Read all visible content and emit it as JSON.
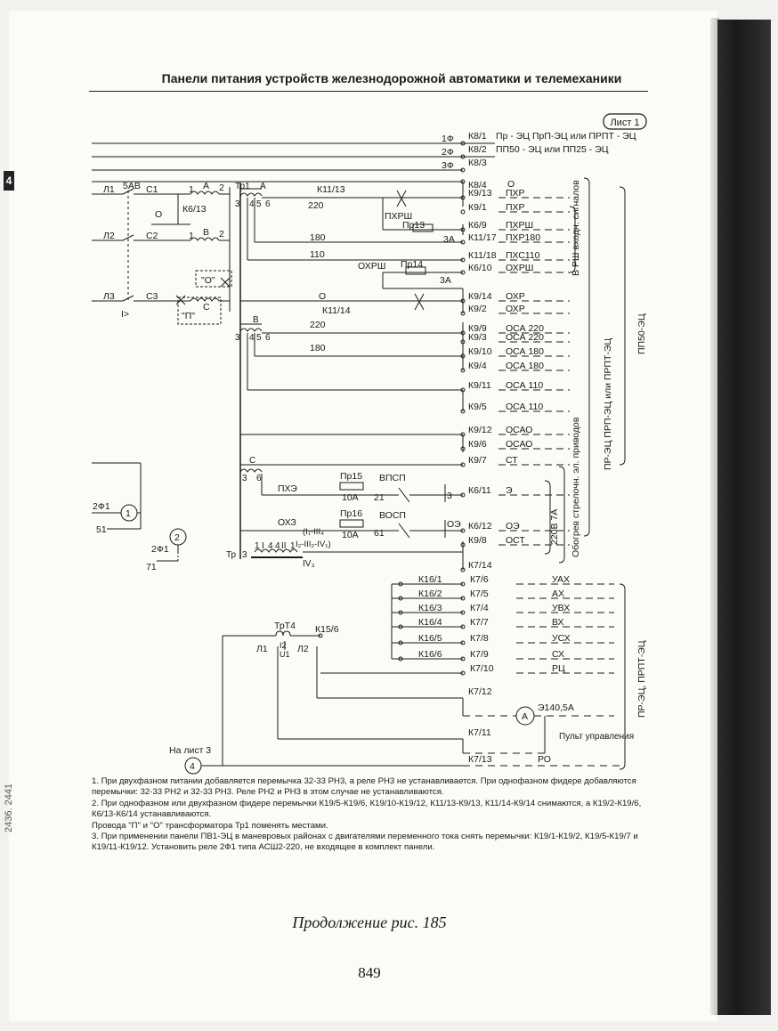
{
  "header": {
    "title": "Панели питания устройств железнодорожной автоматики и телемеханики",
    "section_tab": "4"
  },
  "side_print": "2436. 2441",
  "sheet_label": "Лист 1",
  "diagram": {
    "top_bus": [
      {
        "phase": "1Ф",
        "terminal": "К8/1",
        "label": "Пр - ЭЦ ПрП-ЭЦ или ПРПТ - ЭЦ"
      },
      {
        "phase": "2Ф",
        "terminal": "К8/2",
        "label": "ПП50 - ЭЦ или ПП25 - ЭЦ"
      },
      {
        "phase": "3Ф",
        "terminal": "К8/3",
        "label": ""
      },
      {
        "phase": "",
        "terminal": "К8/4",
        "label": "О"
      }
    ],
    "input_labels": [
      "Л1",
      "5АВ",
      "С1",
      "Л2",
      "С2",
      "Л3",
      "С3",
      "I>",
      "О",
      "К6/13",
      "\"О\"",
      "\"П\"",
      "А",
      "В",
      "С",
      "1",
      "2",
      "1",
      "2"
    ],
    "transformer_labels": [
      "Тр1",
      "А",
      "3",
      "4",
      "5",
      "6",
      "В",
      "3",
      "4",
      "5",
      "6",
      "С",
      "3",
      "6",
      "Тр",
      "3",
      "1",
      "I",
      "4",
      "4",
      "II",
      "1",
      "IV₃"
    ],
    "wire_labels": [
      "К11/13",
      "220",
      "180",
      "110",
      "О",
      "К11/14",
      "220",
      "180",
      "ПХЭ",
      "ОХЗ",
      "Пр15",
      "10А",
      "Пр16",
      "10А",
      "ВПСП",
      "ВОСП",
      "21",
      "61",
      "3",
      "ОЭ",
      "(I₁-III₄",
      "I₂-III₂-IV₁)",
      "ПХРШ",
      "Пр13",
      "3А",
      "ОХРШ",
      "Пр14",
      "3А"
    ],
    "outputs": [
      {
        "terminal": "К9/13",
        "label": "ПХР"
      },
      {
        "terminal": "К9/1",
        "label": "ПХР"
      },
      {
        "terminal": "К6/9",
        "label": "ПХРШ"
      },
      {
        "terminal": "К11/17",
        "label": "ПХР180"
      },
      {
        "terminal": "К11/18",
        "label": "ПХС110"
      },
      {
        "terminal": "К6/10",
        "label": "ОХРШ"
      },
      {
        "terminal": "К9/14",
        "label": "ОХР"
      },
      {
        "terminal": "К9/2",
        "label": "ОХР"
      },
      {
        "terminal": "К9/9",
        "label": "ОСА 220"
      },
      {
        "terminal": "К9/3",
        "label": "ОСА 220"
      },
      {
        "terminal": "К9/10",
        "label": "ОСА 180"
      },
      {
        "terminal": "К9/4",
        "label": "ОСА 180"
      },
      {
        "terminal": "К9/11",
        "label": "ОСА 110"
      },
      {
        "terminal": "К9/5",
        "label": "ОСА 110"
      },
      {
        "terminal": "К9/12",
        "label": "ОСАО"
      },
      {
        "terminal": "К9/6",
        "label": "ОСАО"
      },
      {
        "terminal": "К9/7",
        "label": "СТ"
      },
      {
        "terminal": "К6/11",
        "label": "Э"
      },
      {
        "terminal": "К6/12",
        "label": "ОЭ"
      },
      {
        "terminal": "К9/8",
        "label": "ОСТ"
      },
      {
        "terminal": "К7/14",
        "label": ""
      }
    ],
    "brackets": {
      "rsh": "В РШ входн. сигналов",
      "heating": "Обогрев стрелочн. эл. приводов",
      "heating_voltage": "220В 7А",
      "pp50": "ПП50-ЭЦ",
      "pr_ec": "ПР-ЭЦ ПРП-ЭЦ или ПРПТ-ЭЦ",
      "pr_ec_lower": "ПР-ЭЦ, ПРПТ-ЭЦ"
    },
    "lower_outputs": [
      {
        "k16": "К16/1",
        "k7": "К7/6",
        "label": "УАХ"
      },
      {
        "k16": "К16/2",
        "k7": "К7/5",
        "label": "АХ"
      },
      {
        "k16": "К16/3",
        "k7": "К7/4",
        "label": "УВХ"
      },
      {
        "k16": "К16/4",
        "k7": "К7/7",
        "label": "ВХ"
      },
      {
        "k16": "К16/5",
        "k7": "К7/8",
        "label": "УСХ"
      },
      {
        "k16": "К16/6",
        "k7": "К7/9",
        "label": "СХ"
      },
      {
        "k16": "",
        "k7": "К7/10",
        "label": "РЦ"
      }
    ],
    "trt4": {
      "name": "ТрТ4",
      "l1": "Л1",
      "l2": "Л2",
      "i2": "I2",
      "u1": "U1",
      "k15": "К15/6"
    },
    "k7_12": "К7/12",
    "ammeter": {
      "symbol": "А",
      "label": "Э140,5А"
    },
    "k7_11": "К7/11",
    "console": "Пульт управления",
    "k7_13": "К7/13",
    "ro": "РО",
    "sheet3": "На лист 3",
    "circle4": "4",
    "relay1": {
      "num": "1",
      "name": "2Ф1",
      "wire": "51"
    },
    "relay2": {
      "num": "2",
      "name": "2Ф1",
      "wire": "71"
    }
  },
  "notes": [
    "1. При двухфазном питании добавляется перемычка 32-33 РН3, а реле РН3 не устанавливается. При однофазном фидере добавляются перемычки: 32-33 РН2 и 32-33 РН3. Реле РН2 и РН3 в этом случае не устанавливаются.",
    "2. При однофазном или двухфазном фидере перемычки К19/5-К19/6, К19/10-К19/12, К11/13-К9/13, К11/14-К9/14 снимаются, а К19/2-К19/6, К6/13-К6/14 устанавливаются.",
    "Провода \"П\" и \"О\" трансформатора Тр1 поменять местами.",
    "3. При применении панели ПВ1-ЭЦ в маневровых районах с двигателями переменного тока снять перемычки: К19/1-К19/2, К19/5-К19/7 и К19/11-К19/12. Установить реле 2Ф1 типа АСШ2-220, не входящее в комплект панели."
  ],
  "caption": "Продолжение рис. 185",
  "page_number": "849"
}
